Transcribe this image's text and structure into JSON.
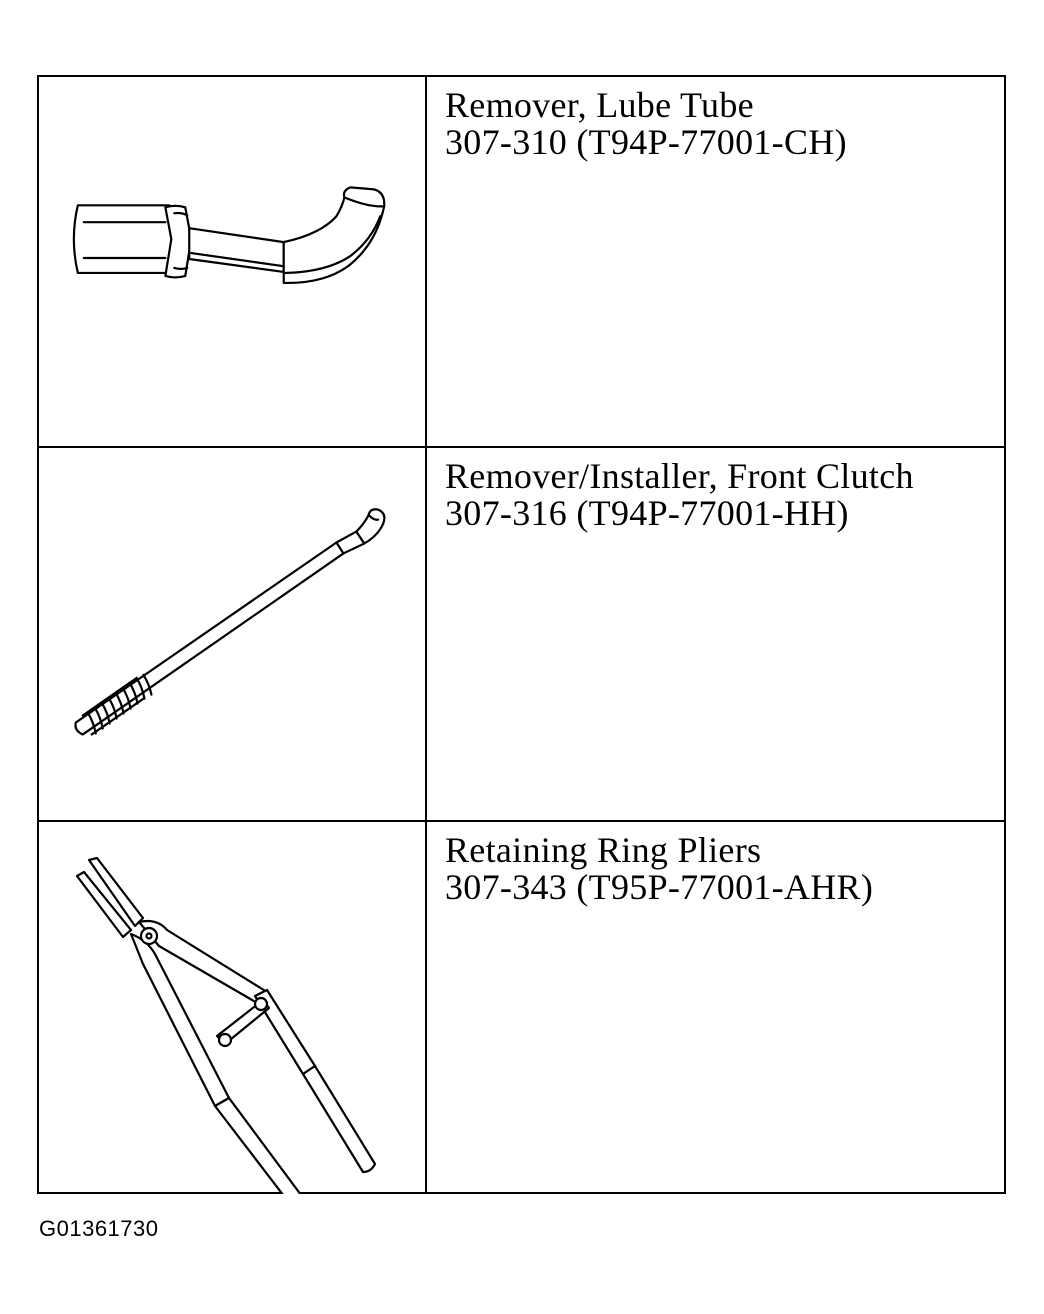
{
  "tools": [
    {
      "name": "Remover, Lube Tube",
      "number": "307-310 (T94P-77001-CH)",
      "illustration": "lube-tube-remover-illustration"
    },
    {
      "name": "Remover/Installer, Front Clutch",
      "number": "307-316 (T94P-77001-HH)",
      "illustration": "front-clutch-remover-installer-illustration"
    },
    {
      "name": "Retaining Ring Pliers",
      "number": "307-343 (T95P-77001-AHR)",
      "illustration": "retaining-ring-pliers-illustration"
    }
  ],
  "figure_id": "G01361730"
}
